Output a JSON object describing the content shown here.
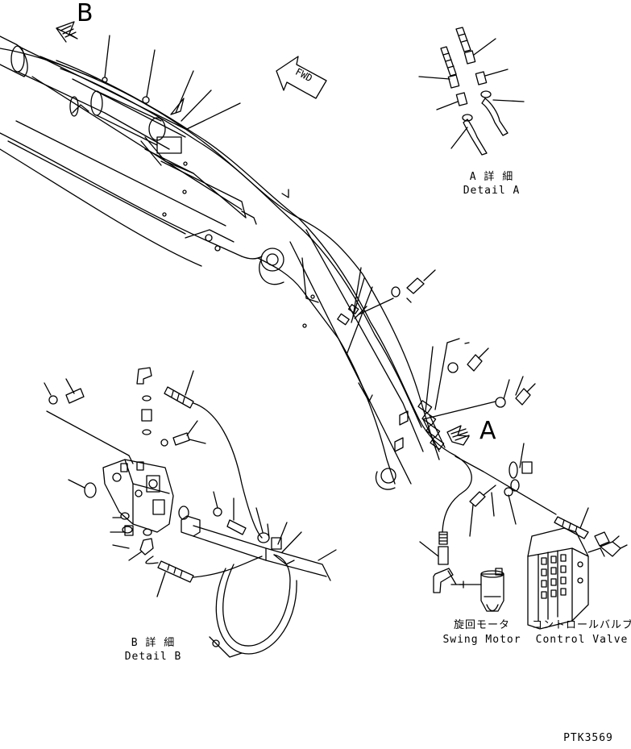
{
  "callouts": {
    "a": "A",
    "b": "B"
  },
  "fwd": "FWD",
  "detail_a": {
    "jp": "A 詳 細",
    "en": "Detail A"
  },
  "detail_b": {
    "jp": "B 詳 細",
    "en": "Detail B"
  },
  "swing_motor": {
    "jp": "旋回モータ",
    "en": "Swing Motor"
  },
  "control_valve": {
    "jp": "コントロールバルブ",
    "en": "Control Valve"
  },
  "drawing_code": "PTK3569",
  "colors": {
    "ink": "#000000",
    "paper": "#ffffff"
  }
}
